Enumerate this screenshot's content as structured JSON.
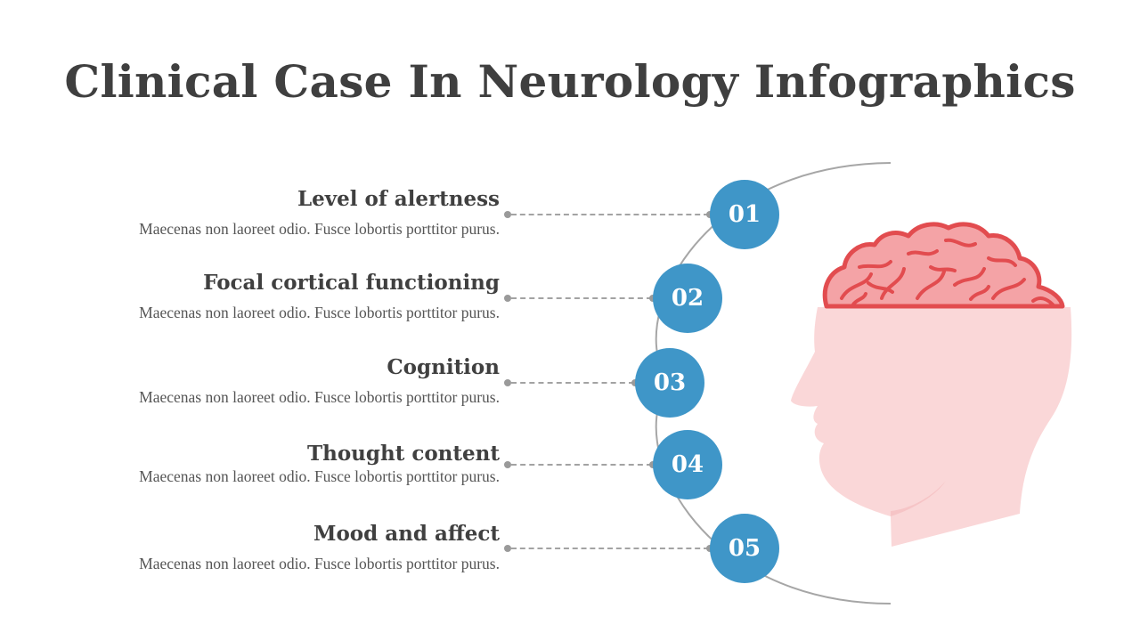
{
  "title": "Clinical Case In Neurology Infographics",
  "items": [
    {
      "number": "01",
      "heading": "Level of alertness",
      "description": "Maecenas non laoreet odio. Fusce lobortis porttitor purus."
    },
    {
      "number": "02",
      "heading": "Focal cortical functioning",
      "description": "Maecenas non laoreet odio. Fusce lobortis porttitor purus."
    },
    {
      "number": "03",
      "heading": "Cognition",
      "description": "Maecenas non laoreet odio. Fusce lobortis porttitor purus."
    },
    {
      "number": "04",
      "heading": "Thought content",
      "description": "Maecenas non laoreet odio. Fusce lobortis porttitor purus."
    },
    {
      "number": "05",
      "heading": "Mood and affect",
      "description": "Maecenas non laoreet odio. Fusce lobortis porttitor purus."
    }
  ],
  "colors": {
    "badge": "#3f96c8",
    "brain_fill": "#f4a3a6",
    "brain_stroke": "#e24c4f",
    "head": "#fad7d8",
    "arc": "#a6a6a6",
    "title": "#3f3f3f"
  },
  "icons": [
    "brain-icon",
    "head-silhouette-icon"
  ]
}
